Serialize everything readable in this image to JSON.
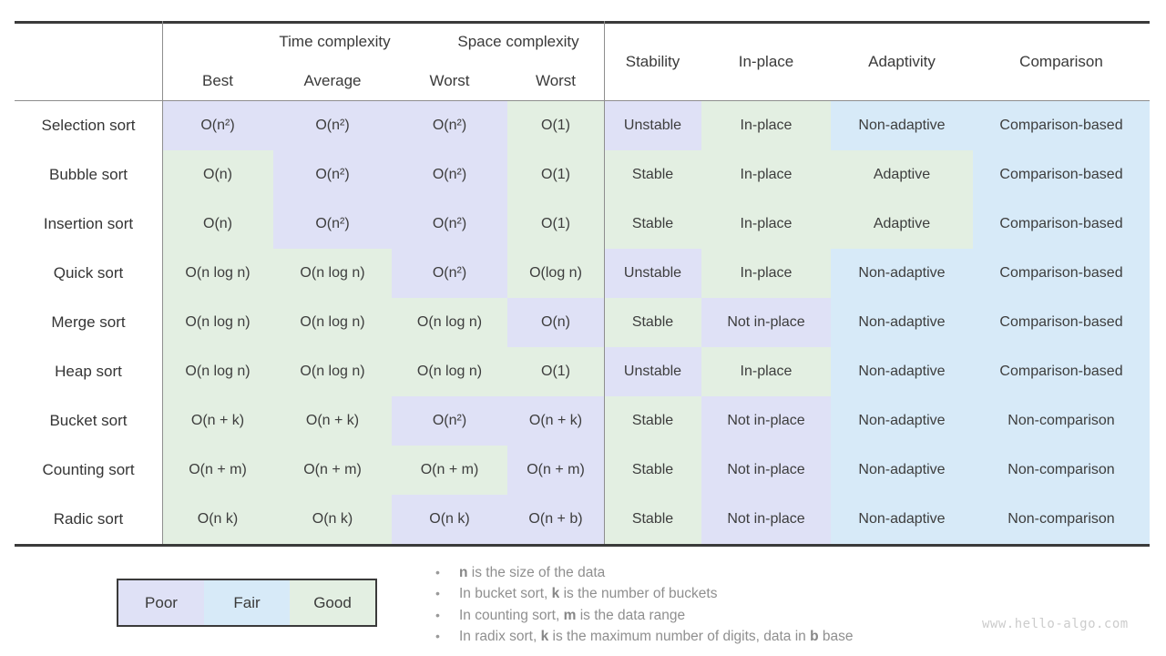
{
  "chart_data": {
    "type": "table",
    "column_groups": [
      {
        "label": "Time complexity",
        "spans": [
          "Best",
          "Average",
          "Worst"
        ]
      },
      {
        "label": "Space complexity",
        "spans": [
          "Worst"
        ]
      }
    ],
    "sub_headers": [
      "Best",
      "Average",
      "Worst",
      "Worst"
    ],
    "attribute_headers": [
      "Stability",
      "In-place",
      "Adaptivity",
      "Comparison"
    ],
    "rating_colors": {
      "poor": "#dfe1f6",
      "fair": "#d7eaf8",
      "good": "#e3efe2"
    },
    "rows": [
      {
        "label": "Selection sort",
        "cells": [
          {
            "text": "O(n²)",
            "rating": "poor"
          },
          {
            "text": "O(n²)",
            "rating": "poor"
          },
          {
            "text": "O(n²)",
            "rating": "poor"
          },
          {
            "text": "O(1)",
            "rating": "good"
          },
          {
            "text": "Unstable",
            "rating": "poor"
          },
          {
            "text": "In-place",
            "rating": "good"
          },
          {
            "text": "Non-adaptive",
            "rating": "fair"
          },
          {
            "text": "Comparison-based",
            "rating": "fair"
          }
        ]
      },
      {
        "label": "Bubble sort",
        "cells": [
          {
            "text": "O(n)",
            "rating": "good"
          },
          {
            "text": "O(n²)",
            "rating": "poor"
          },
          {
            "text": "O(n²)",
            "rating": "poor"
          },
          {
            "text": "O(1)",
            "rating": "good"
          },
          {
            "text": "Stable",
            "rating": "good"
          },
          {
            "text": "In-place",
            "rating": "good"
          },
          {
            "text": "Adaptive",
            "rating": "good"
          },
          {
            "text": "Comparison-based",
            "rating": "fair"
          }
        ]
      },
      {
        "label": "Insertion sort",
        "cells": [
          {
            "text": "O(n)",
            "rating": "good"
          },
          {
            "text": "O(n²)",
            "rating": "poor"
          },
          {
            "text": "O(n²)",
            "rating": "poor"
          },
          {
            "text": "O(1)",
            "rating": "good"
          },
          {
            "text": "Stable",
            "rating": "good"
          },
          {
            "text": "In-place",
            "rating": "good"
          },
          {
            "text": "Adaptive",
            "rating": "good"
          },
          {
            "text": "Comparison-based",
            "rating": "fair"
          }
        ]
      },
      {
        "label": "Quick sort",
        "cells": [
          {
            "text": "O(n log n)",
            "rating": "good"
          },
          {
            "text": "O(n log n)",
            "rating": "good"
          },
          {
            "text": "O(n²)",
            "rating": "poor"
          },
          {
            "text": "O(log n)",
            "rating": "good"
          },
          {
            "text": "Unstable",
            "rating": "poor"
          },
          {
            "text": "In-place",
            "rating": "good"
          },
          {
            "text": "Non-adaptive",
            "rating": "fair"
          },
          {
            "text": "Comparison-based",
            "rating": "fair"
          }
        ]
      },
      {
        "label": "Merge sort",
        "cells": [
          {
            "text": "O(n log n)",
            "rating": "good"
          },
          {
            "text": "O(n log n)",
            "rating": "good"
          },
          {
            "text": "O(n log n)",
            "rating": "good"
          },
          {
            "text": "O(n)",
            "rating": "poor"
          },
          {
            "text": "Stable",
            "rating": "good"
          },
          {
            "text": "Not in-place",
            "rating": "poor"
          },
          {
            "text": "Non-adaptive",
            "rating": "fair"
          },
          {
            "text": "Comparison-based",
            "rating": "fair"
          }
        ]
      },
      {
        "label": "Heap sort",
        "cells": [
          {
            "text": "O(n log n)",
            "rating": "good"
          },
          {
            "text": "O(n log n)",
            "rating": "good"
          },
          {
            "text": "O(n log n)",
            "rating": "good"
          },
          {
            "text": "O(1)",
            "rating": "good"
          },
          {
            "text": "Unstable",
            "rating": "poor"
          },
          {
            "text": "In-place",
            "rating": "good"
          },
          {
            "text": "Non-adaptive",
            "rating": "fair"
          },
          {
            "text": "Comparison-based",
            "rating": "fair"
          }
        ]
      },
      {
        "label": "Bucket sort",
        "cells": [
          {
            "text": "O(n + k)",
            "rating": "good"
          },
          {
            "text": "O(n + k)",
            "rating": "good"
          },
          {
            "text": "O(n²)",
            "rating": "poor"
          },
          {
            "text": "O(n + k)",
            "rating": "poor"
          },
          {
            "text": "Stable",
            "rating": "good"
          },
          {
            "text": "Not in-place",
            "rating": "poor"
          },
          {
            "text": "Non-adaptive",
            "rating": "fair"
          },
          {
            "text": "Non-comparison",
            "rating": "fair"
          }
        ]
      },
      {
        "label": "Counting sort",
        "cells": [
          {
            "text": "O(n + m)",
            "rating": "good"
          },
          {
            "text": "O(n + m)",
            "rating": "good"
          },
          {
            "text": "O(n + m)",
            "rating": "good"
          },
          {
            "text": "O(n + m)",
            "rating": "poor"
          },
          {
            "text": "Stable",
            "rating": "good"
          },
          {
            "text": "Not in-place",
            "rating": "poor"
          },
          {
            "text": "Non-adaptive",
            "rating": "fair"
          },
          {
            "text": "Non-comparison",
            "rating": "fair"
          }
        ]
      },
      {
        "label": "Radic sort",
        "cells": [
          {
            "text": "O(n k)",
            "rating": "good"
          },
          {
            "text": "O(n k)",
            "rating": "good"
          },
          {
            "text": "O(n k)",
            "rating": "poor"
          },
          {
            "text": "O(n + b)",
            "rating": "poor"
          },
          {
            "text": "Stable",
            "rating": "good"
          },
          {
            "text": "Not in-place",
            "rating": "poor"
          },
          {
            "text": "Non-adaptive",
            "rating": "fair"
          },
          {
            "text": "Non-comparison",
            "rating": "fair"
          }
        ]
      }
    ]
  },
  "legend": {
    "items": [
      {
        "label": "Poor",
        "rating": "poor"
      },
      {
        "label": "Fair",
        "rating": "fair"
      },
      {
        "label": "Good",
        "rating": "good"
      }
    ]
  },
  "notes": [
    {
      "segments": [
        {
          "text": "n",
          "bold": true
        },
        {
          "text": " is the size of the data",
          "bold": false
        }
      ]
    },
    {
      "segments": [
        {
          "text": "In bucket sort, ",
          "bold": false
        },
        {
          "text": "k",
          "bold": true
        },
        {
          "text": " is the number of buckets",
          "bold": false
        }
      ]
    },
    {
      "segments": [
        {
          "text": "In counting sort, ",
          "bold": false
        },
        {
          "text": "m",
          "bold": true
        },
        {
          "text": " is the data range",
          "bold": false
        }
      ]
    },
    {
      "segments": [
        {
          "text": "In radix sort, ",
          "bold": false
        },
        {
          "text": "k",
          "bold": true
        },
        {
          "text": " is the maximum number of digits, data in ",
          "bold": false
        },
        {
          "text": "b",
          "bold": true
        },
        {
          "text": " base",
          "bold": false
        }
      ]
    }
  ],
  "watermark": "www.hello-algo.com",
  "colors": {
    "border_dark": "#3a3a3a",
    "line_gray": "#8e8e8e",
    "text_dark": "#3d3d3d",
    "note_gray": "#8f8f8f",
    "watermark_gray": "#cccccc"
  }
}
